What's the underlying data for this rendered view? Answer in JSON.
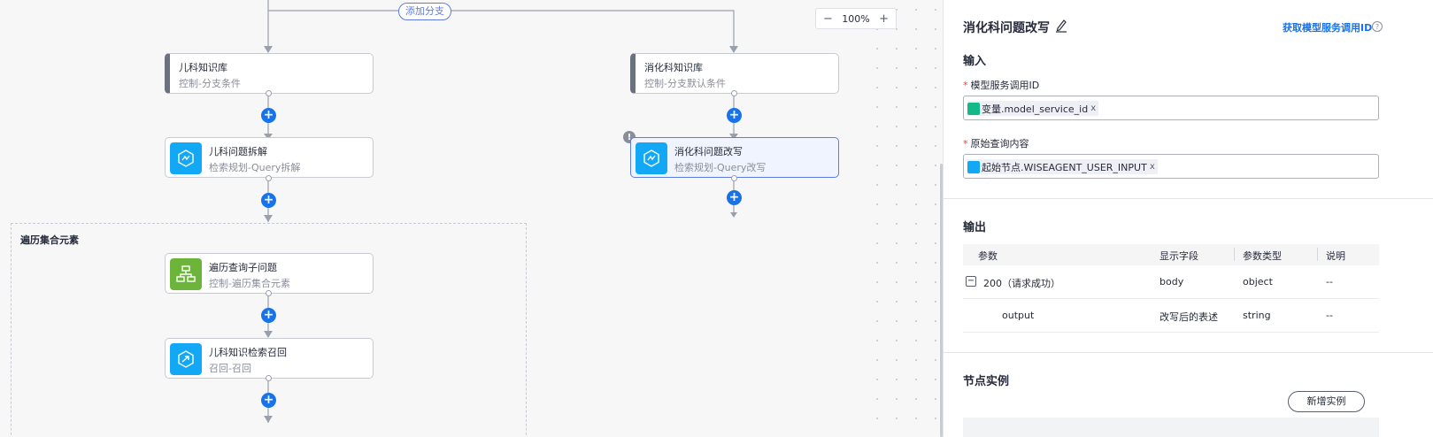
{
  "canvas": {
    "add_branch": "添加分支",
    "zoom": {
      "minus": "−",
      "level": "100%",
      "plus": "+"
    },
    "loop_title": "遍历集合元素",
    "nodes": {
      "pediatric_kb": {
        "title": "儿科知识库",
        "subtitle": "控制-分支条件"
      },
      "digestive_kb": {
        "title": "消化科知识库",
        "subtitle": "控制-分支默认条件"
      },
      "pediatric_split": {
        "title": "儿科问题拆解",
        "subtitle": "检索规划-Query拆解"
      },
      "digestive_rewrite": {
        "title": "消化科问题改写",
        "subtitle": "检索规划-Query改写"
      },
      "loop_sub": {
        "title": "遍历查询子问题",
        "subtitle": "控制-遍历集合元素"
      },
      "pediatric_recall": {
        "title": "儿科知识检索召回",
        "subtitle": "召回-召回"
      }
    },
    "warn": "!",
    "plus_symbol": "+",
    "colors": {
      "accent": "#1a72e8",
      "icon_blue": "#12a8f5",
      "icon_green": "#6db43a"
    }
  },
  "panel": {
    "title": "消化科问题改写",
    "get_id_link": "获取模型服务调用ID",
    "help": "?",
    "input_section": "输入",
    "fields": [
      {
        "label": "模型服务调用ID",
        "required": "*",
        "tag": "变量.model_service_id",
        "remove": "x"
      },
      {
        "label": "原始查询内容",
        "required": "*",
        "tag": "起始节点.WISEAGENT_USER_INPUT",
        "remove": "x"
      }
    ],
    "output_section": "输出",
    "table": {
      "headers": [
        "参数",
        "显示字段",
        "参数类型",
        "说明"
      ],
      "rows": [
        {
          "toggle": "−",
          "param": "200（请求成功）",
          "field": "body",
          "type": "object",
          "desc": "--"
        },
        {
          "param": "output",
          "field": "改写后的表述",
          "type": "string",
          "desc": "--"
        }
      ]
    },
    "instance_section": "节点实例",
    "new_instance": "新增实例"
  }
}
